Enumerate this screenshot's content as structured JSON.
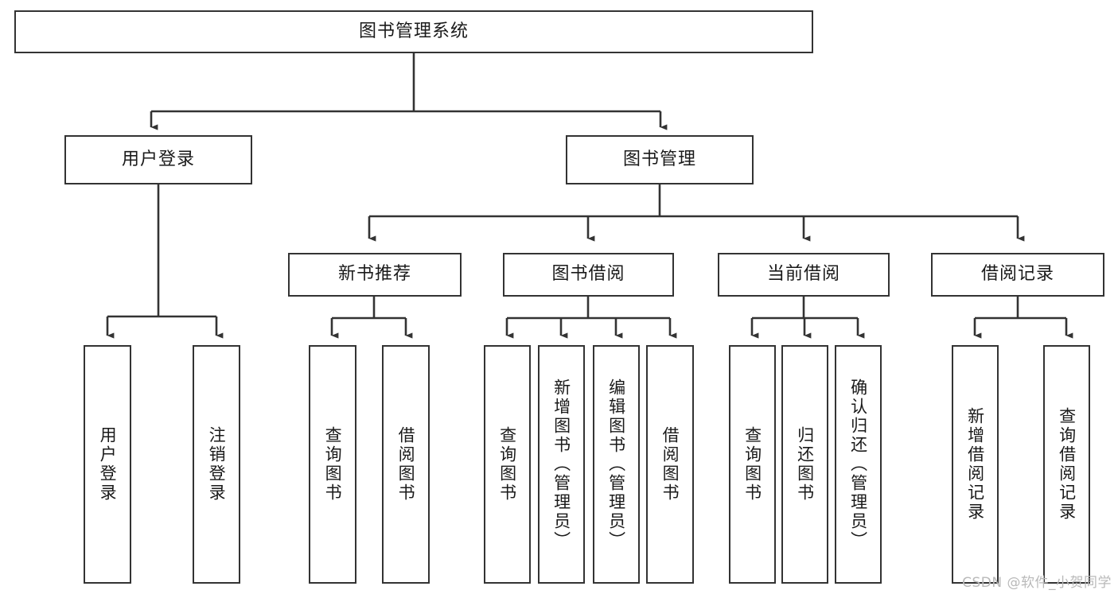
{
  "diagram": {
    "title": "图书管理系统",
    "type": "tree-hierarchy-diagram",
    "watermark": "CSDN @软件_小贺同学",
    "colors": {
      "node_border": "#333333",
      "node_fill": "#ffffff",
      "edge": "#333333",
      "text": "#1a1a1a",
      "watermark": "#b9b9b9",
      "background": "#ffffff"
    },
    "root": {
      "label": "图书管理系统"
    },
    "level2": [
      {
        "id": "user-login",
        "label": "用户登录"
      },
      {
        "id": "book-management",
        "label": "图书管理"
      }
    ],
    "level3": [
      {
        "id": "new-book-recommend",
        "label": "新书推荐"
      },
      {
        "id": "book-borrow",
        "label": "图书借阅"
      },
      {
        "id": "current-borrow",
        "label": "当前借阅"
      },
      {
        "id": "borrow-record",
        "label": "借阅记录"
      }
    ],
    "leaves": {
      "user_login": [
        {
          "id": "leaf-user-login",
          "label": "用户登录"
        },
        {
          "id": "leaf-logout",
          "label": "注销登录"
        }
      ],
      "new_book_recommend": [
        {
          "id": "leaf-query-book-1",
          "label": "查询图书"
        },
        {
          "id": "leaf-borrow-book-1",
          "label": "借阅图书"
        }
      ],
      "book_borrow": [
        {
          "id": "leaf-query-book-2",
          "label": "查询图书"
        },
        {
          "id": "leaf-add-book",
          "label": "新增图书（管理员）"
        },
        {
          "id": "leaf-edit-book",
          "label": "编辑图书（管理员）"
        },
        {
          "id": "leaf-borrow-book-2",
          "label": "借阅图书"
        }
      ],
      "current_borrow": [
        {
          "id": "leaf-query-book-3",
          "label": "查询图书"
        },
        {
          "id": "leaf-return-book",
          "label": "归还图书"
        },
        {
          "id": "leaf-confirm-return",
          "label": "确认归还（管理员）"
        }
      ],
      "borrow_record": [
        {
          "id": "leaf-add-record",
          "label": "新增借阅记录"
        },
        {
          "id": "leaf-query-record",
          "label": "查询借阅记录"
        }
      ]
    }
  }
}
